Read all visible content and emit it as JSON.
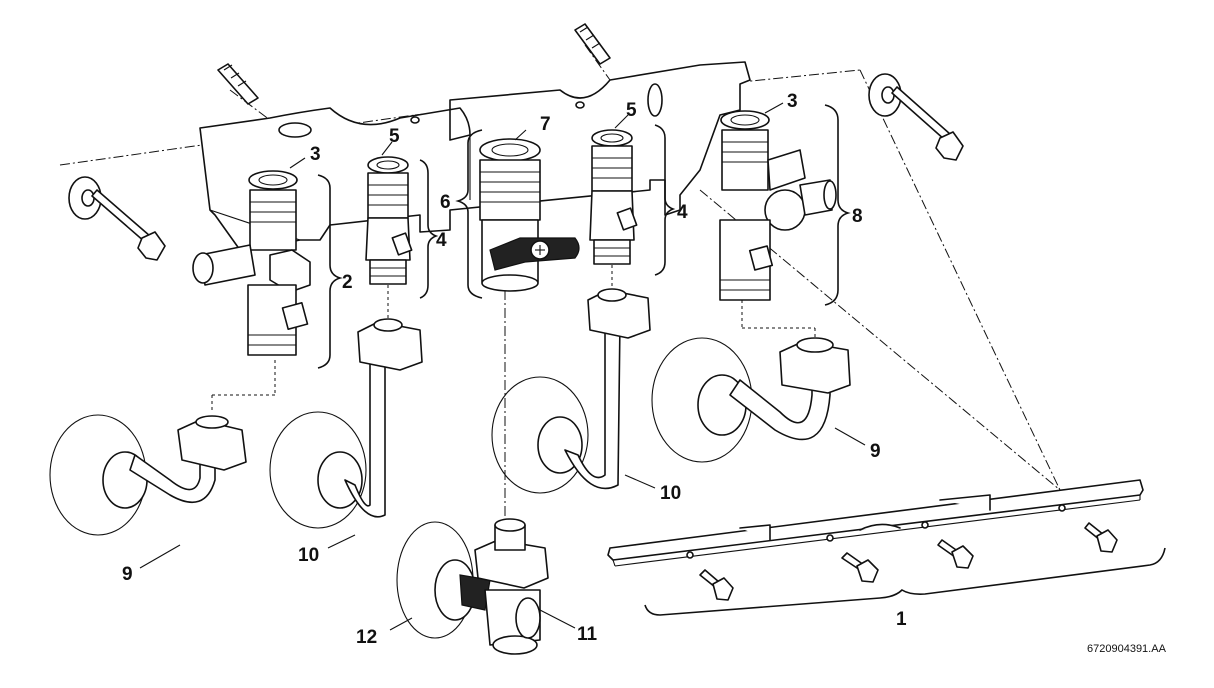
{
  "callouts": {
    "c1": "1",
    "c2": "2",
    "c3a": "3",
    "c3b": "3",
    "c4a": "4",
    "c4b": "4",
    "c5a": "5",
    "c5b": "5",
    "c6": "6",
    "c7": "7",
    "c8": "8",
    "c9a": "9",
    "c9b": "9",
    "c10a": "10",
    "c10b": "10",
    "c11": "11",
    "c12": "12"
  },
  "document_id": "6720904391.AA"
}
